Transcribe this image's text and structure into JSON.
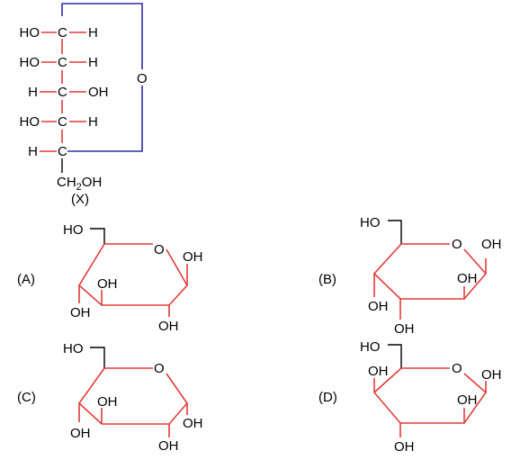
{
  "fischer": {
    "rows": [
      {
        "left": "HO",
        "center": "C",
        "right": "H"
      },
      {
        "left": "HO",
        "center": "C",
        "right": "H"
      },
      {
        "left": "H",
        "center": "C",
        "right": "OH"
      },
      {
        "left": "HO",
        "center": "C",
        "right": "H"
      },
      {
        "left": "H",
        "center": "C",
        "right": ""
      }
    ],
    "ring_oxygen": "O",
    "bottom_group": "CH",
    "bottom_sub": "2",
    "bottom_tail": "OH",
    "label": "(X)"
  },
  "options": [
    {
      "label": "(A)",
      "c6": "HO",
      "o": "O",
      "c1": "OH",
      "c2": "OH",
      "c3": "OH",
      "c4a": "OH"
    },
    {
      "label": "(B)",
      "c6": "HO",
      "o": "O",
      "c1": "OH",
      "c2": "OH",
      "c3": "OH",
      "c4": "OH"
    },
    {
      "label": "(C)",
      "c6": "HO",
      "o": "O",
      "c1": "OH",
      "c2": "OH",
      "c3": "OH",
      "c4a": "OH"
    },
    {
      "label": "(D)",
      "c6": "HO",
      "o": "O",
      "c1": "OH",
      "c2": "OH",
      "c3": "OH",
      "c4": "OH"
    }
  ]
}
